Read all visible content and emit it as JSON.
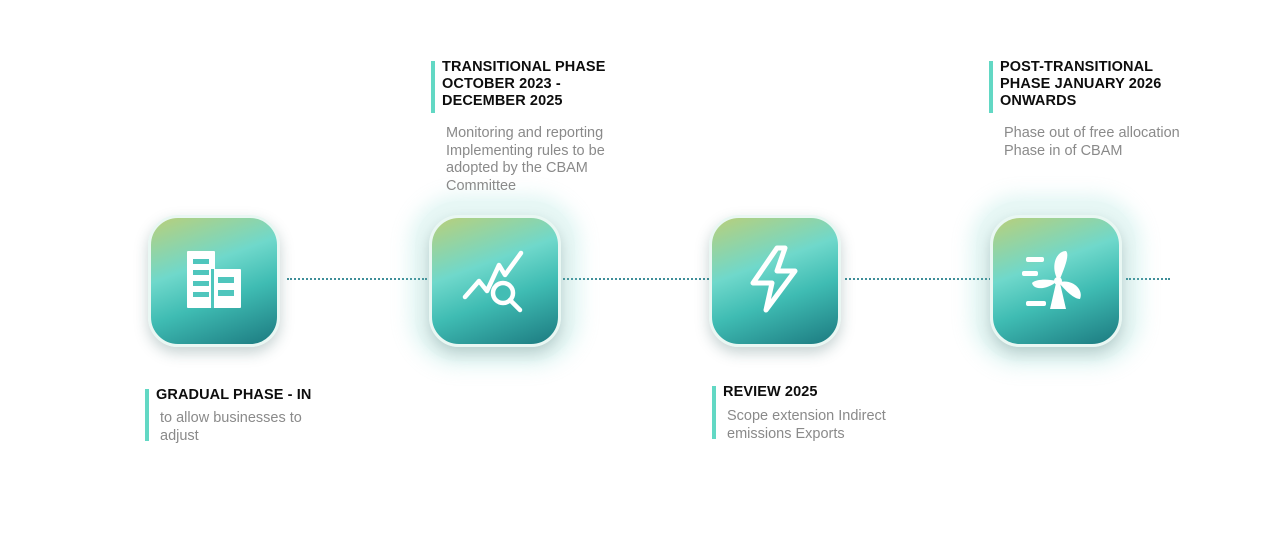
{
  "colors": {
    "accent": "#62d8c4",
    "connector": "#3f8e99",
    "title": "#0d0d0d",
    "description": "#8a8a8a"
  },
  "phases": [
    {
      "icon": "building-icon",
      "title": "GRADUAL PHASE - IN",
      "description": "to allow businesses to adjust"
    },
    {
      "icon": "chart-search-icon",
      "title": "TRANSITIONAL PHASE OCTOBER 2023 - DECEMBER 2025",
      "description": "Monitoring and reporting Implementing rules to be adopted by the CBAM Committee"
    },
    {
      "icon": "lightning-icon",
      "title": "REVIEW 2025",
      "description": "Scope extension Indirect emissions Exports"
    },
    {
      "icon": "wind-turbine-icon",
      "title": "POST-TRANSITIONAL PHASE JANUARY 2026 ONWARDS",
      "description": "Phase out of free allocation Phase in of CBAM"
    }
  ]
}
